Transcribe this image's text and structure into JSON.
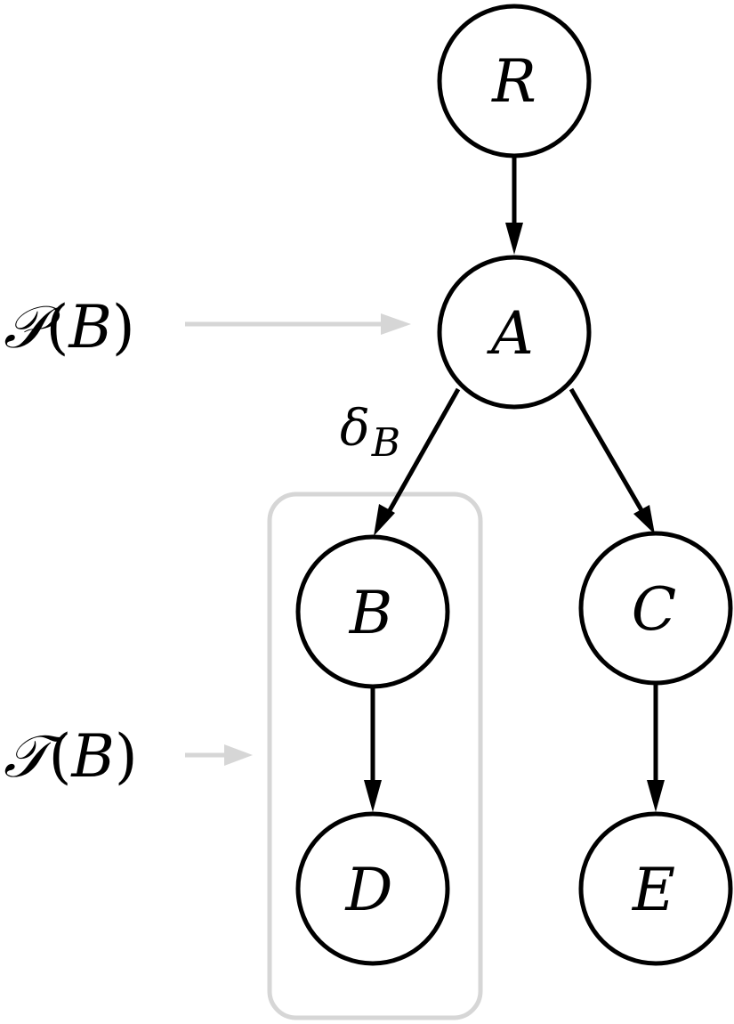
{
  "nodes": [
    {
      "id": "R",
      "label": "R"
    },
    {
      "id": "A",
      "label": "A"
    },
    {
      "id": "B",
      "label": "B"
    },
    {
      "id": "C",
      "label": "C"
    },
    {
      "id": "D",
      "label": "D"
    },
    {
      "id": "E",
      "label": "E"
    }
  ],
  "edges": [
    {
      "from": "R",
      "to": "A"
    },
    {
      "from": "A",
      "to": "B",
      "label": "δ",
      "label_sub": "B"
    },
    {
      "from": "A",
      "to": "C"
    },
    {
      "from": "B",
      "to": "D"
    },
    {
      "from": "C",
      "to": "E"
    }
  ],
  "annotations": {
    "parent": {
      "script": "𝒫",
      "open": "(",
      "arg": "B",
      "close": ")"
    },
    "subtree": {
      "script": "𝒯",
      "open": "(",
      "arg": "B",
      "close": ")"
    }
  },
  "colors": {
    "node_stroke": "#000000",
    "annotation": "#d6d6d6"
  }
}
